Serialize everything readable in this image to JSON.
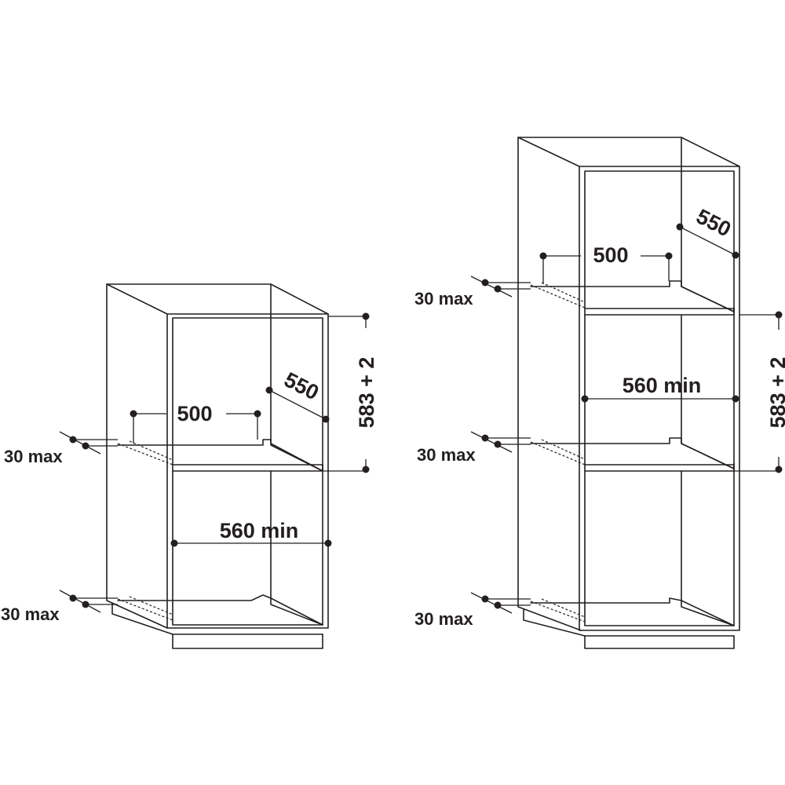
{
  "colors": {
    "line": "#231f20",
    "background": "#ffffff"
  },
  "left_cabinet": {
    "depth_label": "550",
    "width_label": "500",
    "inner_width_label": "560 min",
    "height_label": "583 + 2",
    "clearance_upper_label": "30 max",
    "clearance_lower_label": "30 max"
  },
  "right_cabinet": {
    "depth_label": "550",
    "width_label": "500",
    "inner_width_label": "560 min",
    "height_label": "583 + 2",
    "clearance_upper_label": "30 max",
    "clearance_middle_label": "30 max",
    "clearance_lower_label": "30 max"
  }
}
